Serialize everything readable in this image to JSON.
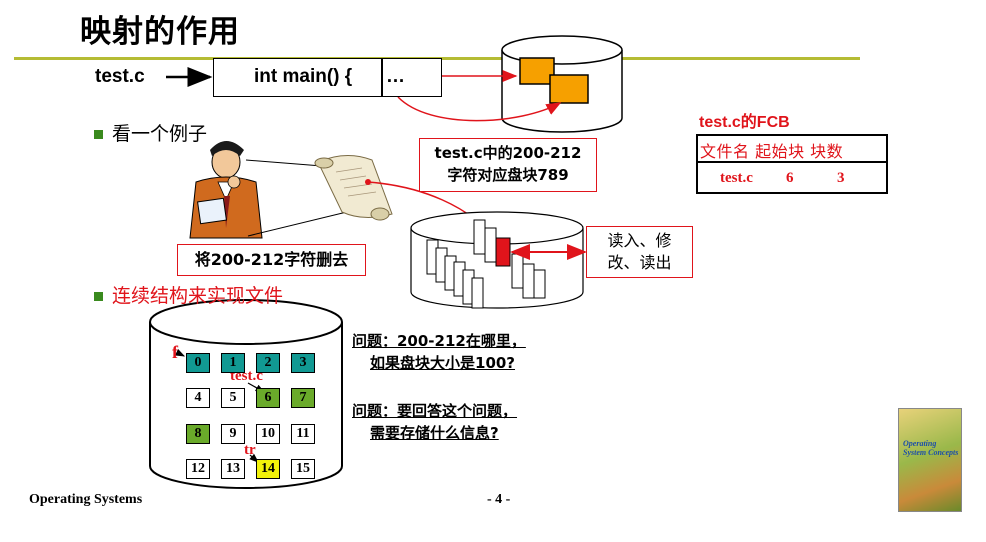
{
  "slide": {
    "title": "映射的作用",
    "file_label": "test.c",
    "code_text": "int main() {",
    "code_ellipsis": "…",
    "bullet1": "看一个例子",
    "bullet2": "连续结构来实现文件",
    "mapping_tag_line1": "test.c中的200-212",
    "mapping_tag_line2": "字符对应盘块789",
    "delete_tag": "将200-212字符删去",
    "rw_tag_line1": "读入、修",
    "rw_tag_line2": "改、读出",
    "fcb_title": "test.c的FCB",
    "fcb_headers": "文件名  起始块  块数",
    "fcb_name": "test.c",
    "fcb_start": "6",
    "fcb_count": "3",
    "question1_line1": "问题：200-212在哪里，",
    "question1_line2": "如果盘块大小是100?",
    "question2_line1": "问题：要回答这个问题，",
    "question2_line2": "需要存储什么信息?",
    "disk_label_f": "f",
    "disk_label_testc": "test.c",
    "disk_label_tr": "tr",
    "footer_left": "Operating Systems",
    "footer_page": "- 4 -",
    "book_cover_text": "Operating System Concepts"
  },
  "blocks": [
    {
      "num": "0",
      "color": "teal"
    },
    {
      "num": "1",
      "color": "teal"
    },
    {
      "num": "2",
      "color": "teal"
    },
    {
      "num": "3",
      "color": "teal"
    },
    {
      "num": "4",
      "color": "white"
    },
    {
      "num": "5",
      "color": "white"
    },
    {
      "num": "6",
      "color": "green"
    },
    {
      "num": "7",
      "color": "green"
    },
    {
      "num": "8",
      "color": "green"
    },
    {
      "num": "9",
      "color": "white"
    },
    {
      "num": "10",
      "color": "white"
    },
    {
      "num": "11",
      "color": "white"
    },
    {
      "num": "12",
      "color": "white"
    },
    {
      "num": "13",
      "color": "white"
    },
    {
      "num": "14",
      "color": "yellow"
    },
    {
      "num": "15",
      "color": "white"
    }
  ],
  "colors": {
    "accent_rule": "#b5bc34",
    "red": "#e0141b",
    "bullet_green": "#3a8a1e",
    "teal": "#119993",
    "green": "#6aaa2a",
    "yellow": "#f2f20a",
    "orange_block": "#f6a000"
  }
}
